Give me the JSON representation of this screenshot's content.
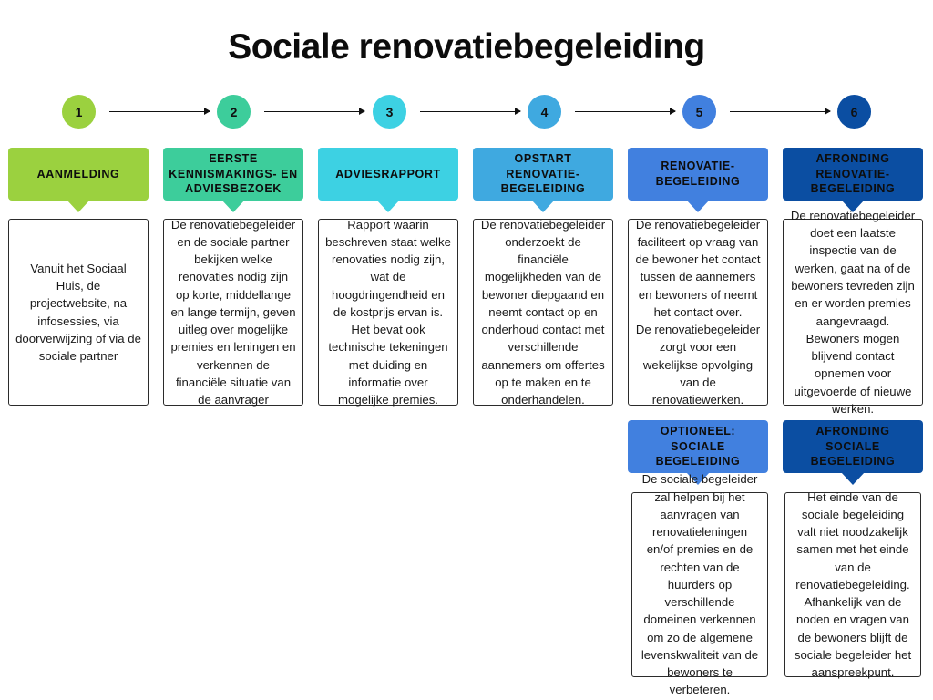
{
  "title": "Sociale renovatiebegeleiding",
  "colors": {
    "step1": "#9BD13F",
    "step2": "#3DCD9B",
    "step3": "#3DD1E3",
    "step4": "#3FA9E0",
    "step5": "#4180DF",
    "step6": "#0B4EA2",
    "arrow": "#111111",
    "box_border": "#2b2b2b",
    "text": "#1a1a1a",
    "background": "#ffffff"
  },
  "steps": [
    {
      "number": "1",
      "header": "AANMELDING",
      "body": "Vanuit het Sociaal Huis, de projectwebsite, na infosessies, via doorverwijzing of via de sociale partner",
      "color": "#9BD13F"
    },
    {
      "number": "2",
      "header": "EERSTE KENNISMAKINGS- EN ADVIESBEZOEK",
      "body": "De renovatiebegeleider en  de sociale partner bekijken welke renovaties nodig zijn op korte, middellange en lange termijn, geven uitleg over mogelijke premies en leningen en verkennen de financiële situatie van de aanvrager",
      "color": "#3DCD9B"
    },
    {
      "number": "3",
      "header": "ADVIESRAPPORT",
      "body": "Rapport waarin beschreven staat welke renovaties nodig zijn, wat de hoogdringendheid en de kostprijs ervan is. Het bevat ook technische tekeningen met duiding en informatie over mogelijke premies.",
      "color": "#3DD1E3"
    },
    {
      "number": "4",
      "header": "OPSTART RENOVATIE-BEGELEIDING",
      "body": "De renovatiebegeleider onderzoekt de financiële mogelijkheden van de bewoner diepgaand en neemt contact op en onderhoud contact met verschillende aannemers om offertes op te maken en te onderhandelen.",
      "color": "#3FA9E0"
    },
    {
      "number": "5",
      "header": "RENOVATIE-BEGELEIDING",
      "body": "De renovatiebegeleider faciliteert op vraag van de bewoner het contact tussen de aannemers en bewoners of neemt het contact over.\nDe renovatiebegeleider zorgt voor een wekelijkse opvolging van de renovatiewerken.",
      "color": "#4180DF"
    },
    {
      "number": "6",
      "header": "AFRONDING RENOVATIE-BEGELEIDING",
      "body": "De renovatiebegeleider doet een laatste inspectie van de werken, gaat na of de bewoners tevreden zijn en er worden  premies aangevraagd. Bewoners mogen blijvend contact opnemen voor uitgevoerde of nieuwe werken.",
      "color": "#0B4EA2"
    }
  ],
  "secondary": [
    {
      "column": "5",
      "header": "OPTIONEEL: SOCIALE BEGELEIDING",
      "body": "De sociale begeleider zal helpen bij het aanvragen van renovatieleningen en/of premies en de rechten van de huurders op verschillende domeinen verkennen om zo de algemene levenskwaliteit van de bewoners te verbeteren.",
      "color": "#4180DF"
    },
    {
      "column": "6",
      "header": "AFRONDING SOCIALE BEGELEIDING",
      "body": "Het einde van de sociale begeleiding valt niet noodzakelijk samen met het einde van de renovatiebegeleiding. Afhankelijk van de noden en vragen van de bewoners blijft de sociale begeleider het aanspreekpunt.",
      "color": "#0B4EA2"
    }
  ],
  "arrows": {
    "count": 5,
    "direction": "right",
    "icon": "arrow-right-icon"
  }
}
